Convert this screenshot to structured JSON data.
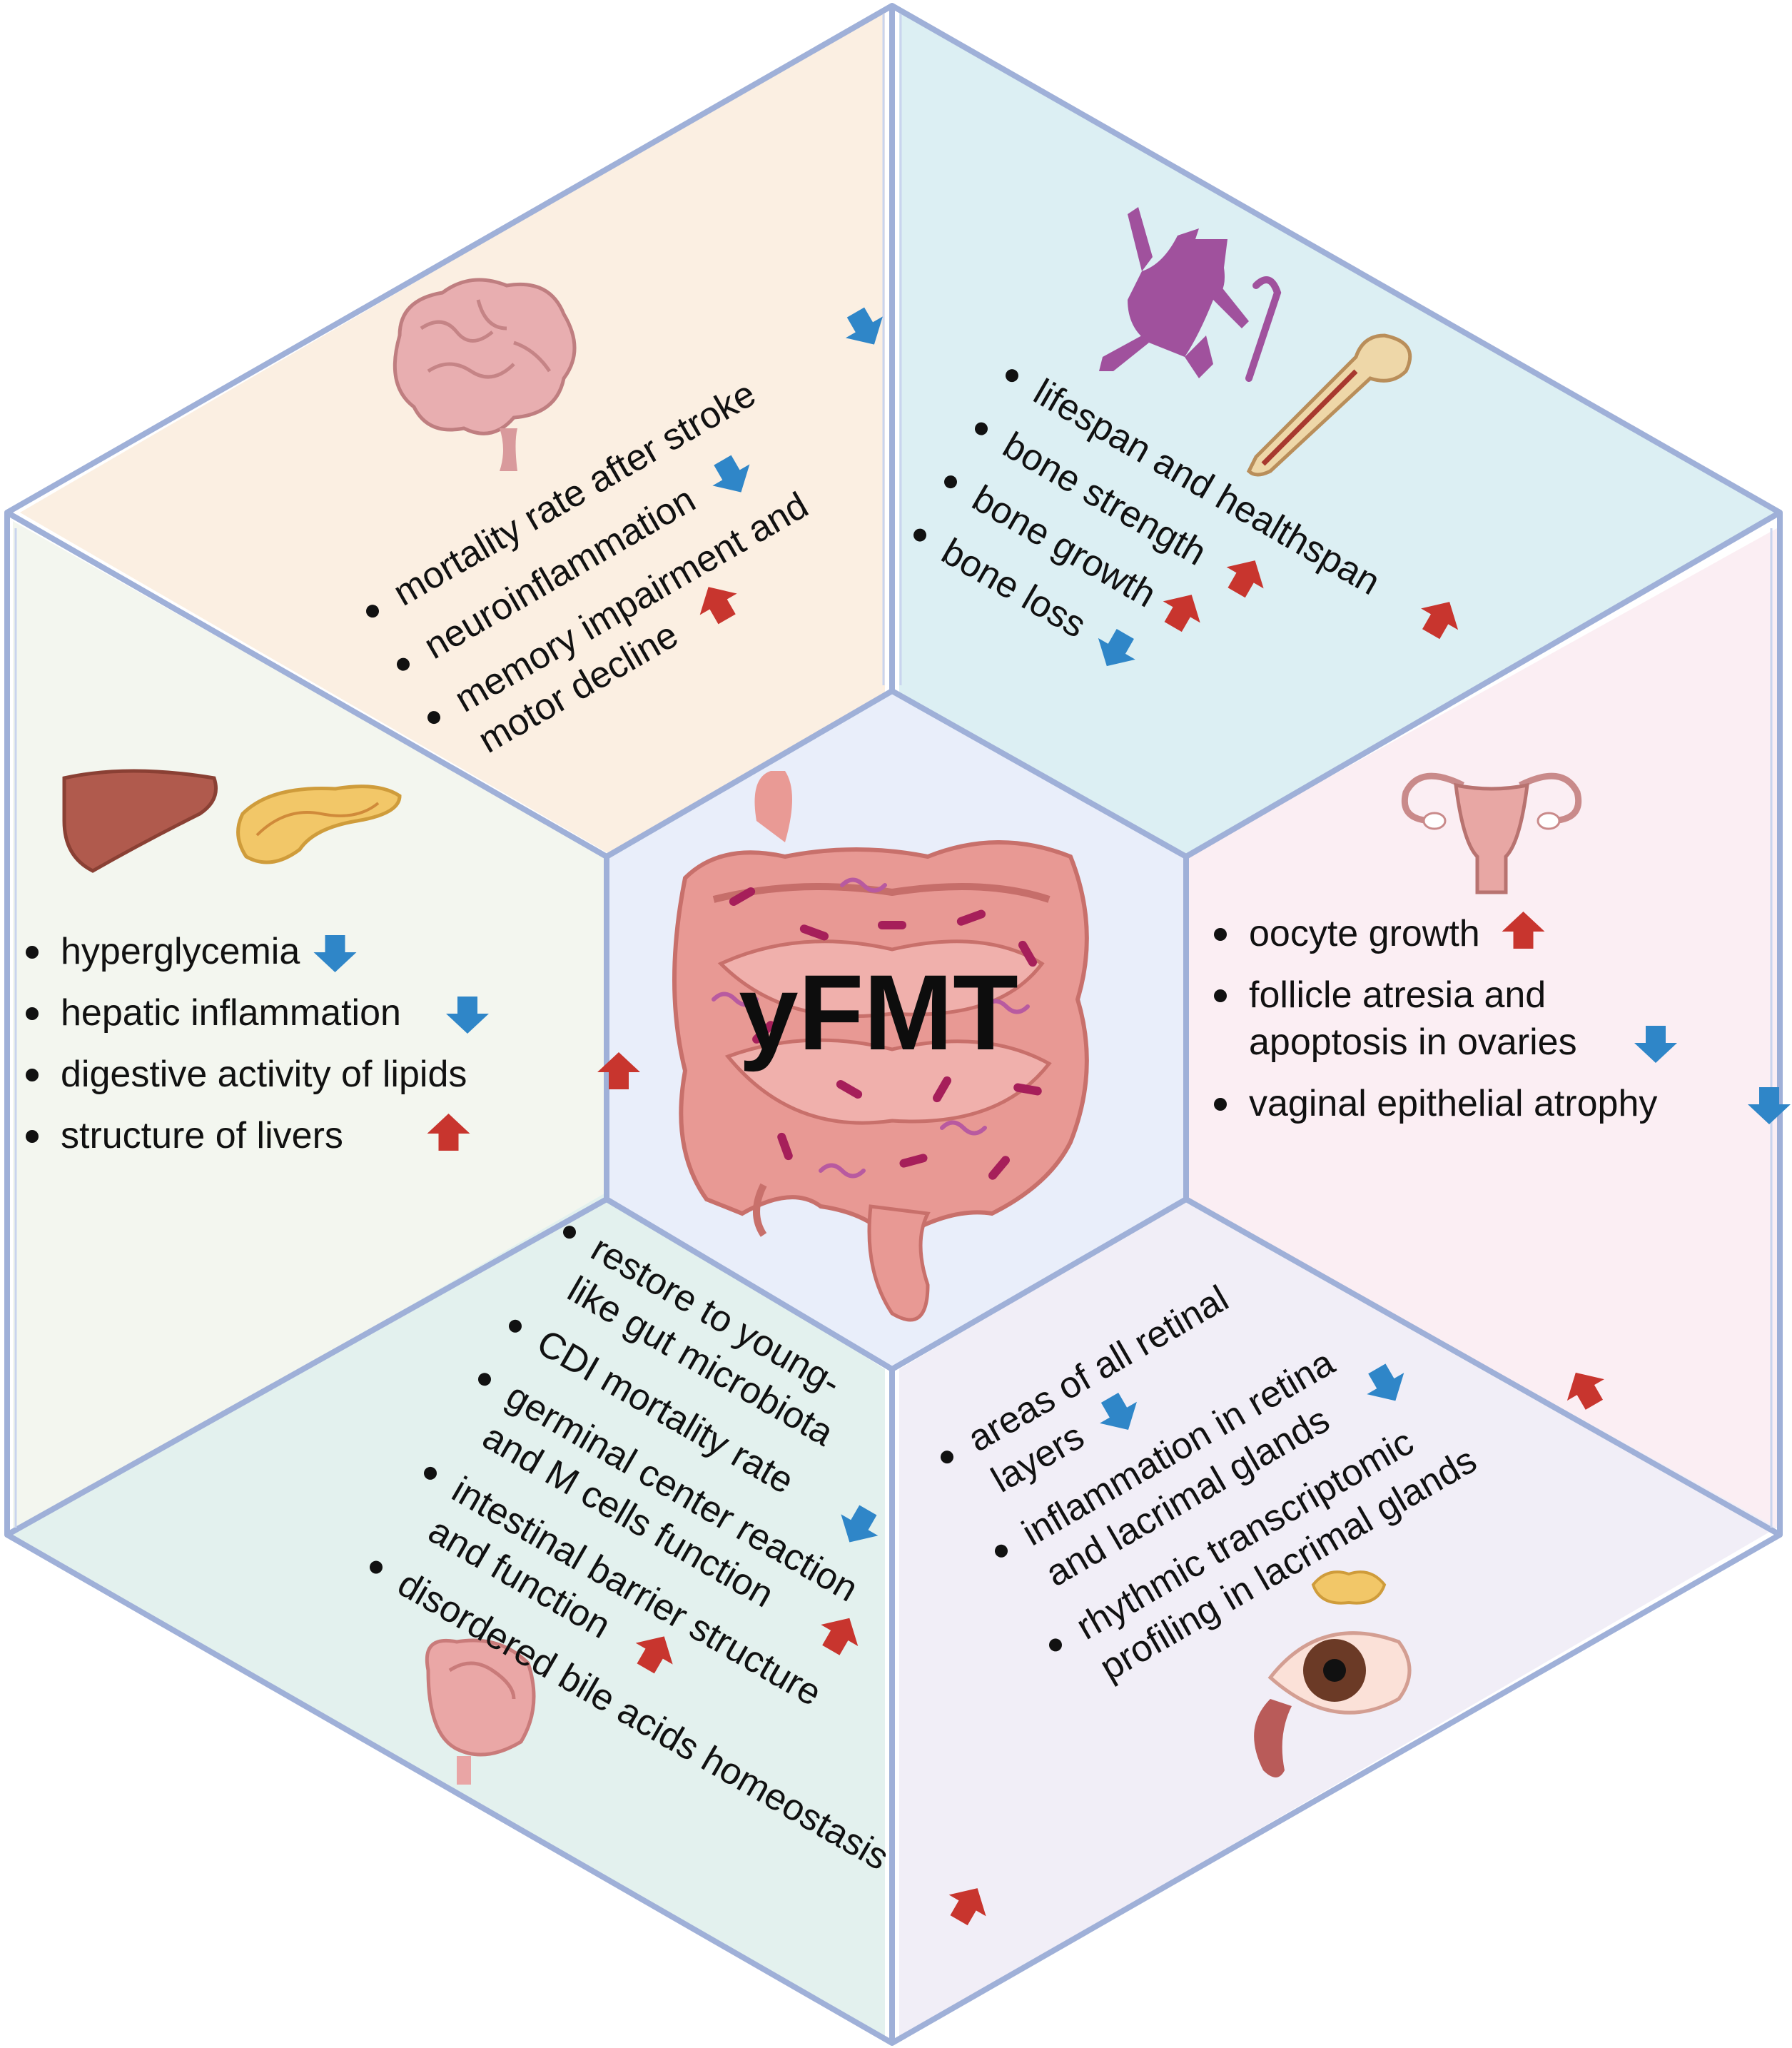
{
  "center_label": "yFMT",
  "colors": {
    "border": "#9fb0d8",
    "up_arrow": "#c8352e",
    "down_arrow": "#2f86c8",
    "brain_panel": "#fbefe2",
    "bone_panel": "#dceff3",
    "ovary_panel": "#fbeef3",
    "eye_panel": "#f1eef7",
    "gut_panel": "#e3f1ee",
    "liver_panel": "#f3f6ef",
    "center": "#e9eefa"
  },
  "panels": {
    "brain": {
      "icon": "brain-icon",
      "items": [
        {
          "lines": [
            "mortality rate after stroke"
          ],
          "arrow": "down"
        },
        {
          "lines": [
            "neuroinflammation"
          ],
          "arrow": "down"
        },
        {
          "lines": [
            "memory impairment and",
            "motor decline"
          ],
          "arrow": "up"
        }
      ]
    },
    "bone": {
      "icons": [
        "elderly-person-icon",
        "bone-icon"
      ],
      "items": [
        {
          "lines": [
            "lifespan and healthspan"
          ],
          "arrow": "up"
        },
        {
          "lines": [
            "bone strength"
          ],
          "arrow": "up"
        },
        {
          "lines": [
            "bone growth"
          ],
          "arrow": "up"
        },
        {
          "lines": [
            "bone loss"
          ],
          "arrow": "down"
        }
      ]
    },
    "ovary": {
      "icon": "uterus-icon",
      "items": [
        {
          "lines": [
            "oocyte growth"
          ],
          "arrow": "up"
        },
        {
          "lines": [
            "follicle atresia and",
            "apoptosis in ovaries"
          ],
          "arrow": "down"
        },
        {
          "lines": [
            "vaginal epithelial atrophy"
          ],
          "arrow": "down"
        }
      ]
    },
    "eye": {
      "icons": [
        "eye-icon",
        "lacrimal-gland-icon"
      ],
      "items": [
        {
          "lines": [
            "areas of all retinal",
            "layers"
          ],
          "arrow": "down"
        },
        {
          "lines": [
            "inflammation in retina",
            "and lacrimal glands"
          ],
          "arrow": "down"
        },
        {
          "lines": [
            "rhythmic transcriptomic",
            "profiling in lacrimal glands"
          ],
          "arrow": "up"
        }
      ]
    },
    "gut": {
      "icon": "intestine-icon",
      "items": [
        {
          "lines": [
            "restore to young-",
            "like gut microbiota"
          ],
          "arrow": "none"
        },
        {
          "lines": [
            "CDI mortality rate"
          ],
          "arrow": "down"
        },
        {
          "lines": [
            "germinal center reaction",
            "and M cells function"
          ],
          "arrow": "up"
        },
        {
          "lines": [
            "intestinal barrier structure",
            "and function"
          ],
          "arrow": "up"
        },
        {
          "lines": [
            "disordered bile acids homeostasis"
          ],
          "arrow": "up"
        }
      ]
    },
    "liver": {
      "icons": [
        "liver-icon",
        "pancreas-icon"
      ],
      "items": [
        {
          "lines": [
            "hyperglycemia"
          ],
          "arrow": "down"
        },
        {
          "lines": [
            "hepatic inflammation"
          ],
          "arrow": "down"
        },
        {
          "lines": [
            "digestive activity of lipids"
          ],
          "arrow": "up"
        },
        {
          "lines": [
            "structure of livers"
          ],
          "arrow": "up"
        }
      ]
    }
  }
}
